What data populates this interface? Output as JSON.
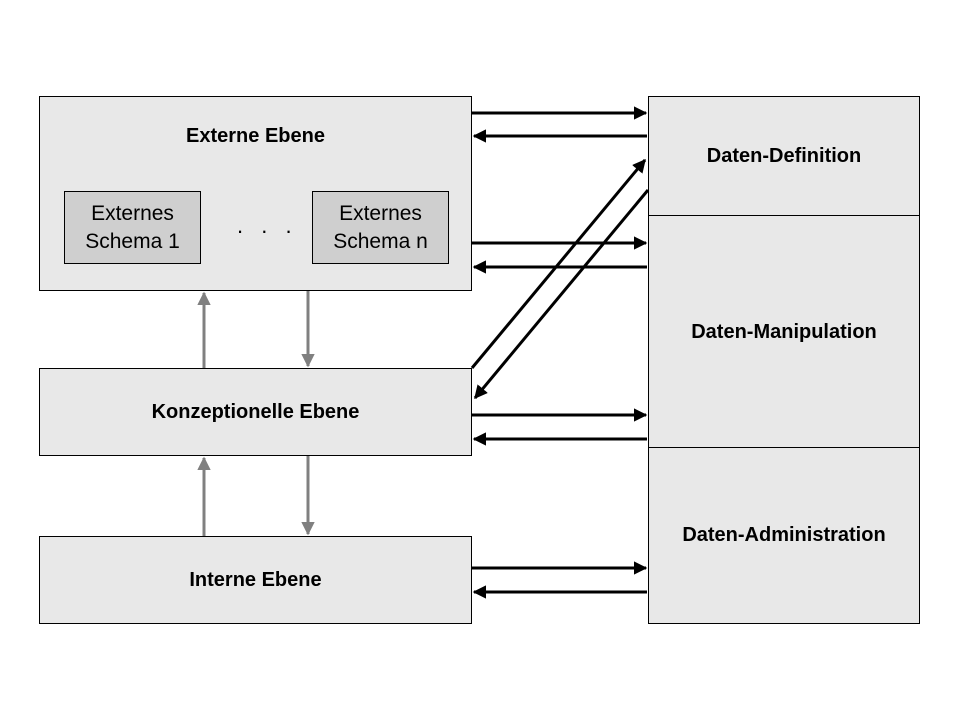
{
  "levels": {
    "external": {
      "title": "Externe Ebene",
      "schema_first": [
        "Externes",
        "Schema 1"
      ],
      "ellipsis": ". . .",
      "schema_last": [
        "Externes",
        "Schema n"
      ]
    },
    "conceptual": {
      "title": "Konzeptionelle Ebene"
    },
    "internal": {
      "title": "Interne Ebene"
    }
  },
  "functions": {
    "definition": "Daten-Definition",
    "manipulation": "Daten-Manipulation",
    "administration": "Daten-Administration"
  },
  "colors": {
    "box_fill": "#e8e8e8",
    "inner_box_fill": "#cfcfcf",
    "black_arrow": "#000000",
    "gray_arrow": "#808080"
  }
}
